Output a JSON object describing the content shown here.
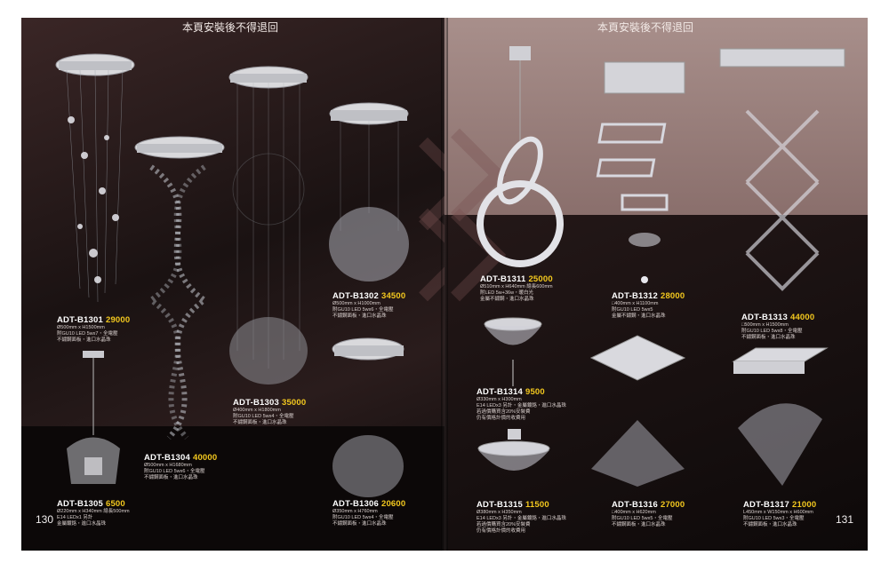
{
  "spread": {
    "left_notice": "本頁安裝後不得退回",
    "right_notice": "本頁安裝後不得退回",
    "left_page_number": "130",
    "right_page_number": "131"
  },
  "products": [
    {
      "id": "b1301",
      "code": "ADT-B1301",
      "price": "29000",
      "lines": [
        "Ø500mm x H1500mm",
        "附GU10 LED 5wx7・全電壓",
        "不鏽鋼面板・進口水晶珠"
      ]
    },
    {
      "id": "b1302",
      "code": "ADT-B1302",
      "price": "34500",
      "lines": [
        "Ø500mm x H1000mm",
        "附GU10 LED 5wx6・全電壓",
        "不鏽鋼面板・進口水晶珠"
      ]
    },
    {
      "id": "b1303",
      "code": "ADT-B1303",
      "price": "35000",
      "lines": [
        "Ø400mm x H1800mm",
        "附GU10 LED 5wx4・全電壓",
        "不鏽鋼面板・進口水晶珠"
      ]
    },
    {
      "id": "b1304",
      "code": "ADT-B1304",
      "price": "40000",
      "lines": [
        "Ø500mm x H1680mm",
        "附GU10 LED 5wx6・全電壓",
        "不鏽鋼面板・進口水晶珠"
      ]
    },
    {
      "id": "b1305",
      "code": "ADT-B1305",
      "price": "6500",
      "lines": [
        "Ø220mm x H340mm 總長500mm",
        "E14 LEDx1 另計",
        "金屬鍍鉻・進口水晶珠"
      ]
    },
    {
      "id": "b1306",
      "code": "ADT-B1306",
      "price": "20600",
      "lines": [
        "Ø350mm x H760mm",
        "附GU10 LED 5wx4・全電壓",
        "不鏽鋼面板・進口水晶珠"
      ]
    },
    {
      "id": "b1311",
      "code": "ADT-B1311",
      "price": "25000",
      "lines": [
        "Ø510mm x H640mm 總長600mm",
        "附LED 5w+36w・暖白光",
        "金屬不鏽鋼・進口水晶珠"
      ]
    },
    {
      "id": "b1312",
      "code": "ADT-B1312",
      "price": "28000",
      "lines": [
        "□400mm x H1100mm",
        "附GU10 LED 5wx5",
        "金屬不鏽鋼・進口水晶珠"
      ]
    },
    {
      "id": "b1313",
      "code": "ADT-B1313",
      "price": "44000",
      "lines": [
        "□500mm x H1500mm",
        "附GU10 LED 5wx8・全電壓",
        "不鏽鋼面板・進口水晶珠"
      ]
    },
    {
      "id": "b1314",
      "code": "ADT-B1314",
      "price": "9500",
      "lines": [
        "Ø330mm x H300mm",
        "E14 LEDx3 另計・金屬鍍鉻・進口水晶珠",
        "若過價購買含20%安裝費",
        "仍有價格計價的收費用"
      ]
    },
    {
      "id": "b1315",
      "code": "ADT-B1315",
      "price": "11500",
      "lines": [
        "Ø380mm x H350mm",
        "E14 LEDx3 另計・金屬鍍鉻・進口水晶珠",
        "若過價購買含20%安裝費",
        "仍有價格計價的收費用"
      ]
    },
    {
      "id": "b1316",
      "code": "ADT-B1316",
      "price": "27000",
      "lines": [
        "□400mm x H620mm",
        "附GU10 LED 5wx5・全電壓",
        "不鏽鋼面板・進口水晶珠"
      ]
    },
    {
      "id": "b1317",
      "code": "ADT-B1317",
      "price": "21000",
      "lines": [
        "L450mm x W150mm x H600mm",
        "附GU10 LED 5wx3・全電壓",
        "不鏽鋼面板・進口水晶珠"
      ]
    }
  ]
}
